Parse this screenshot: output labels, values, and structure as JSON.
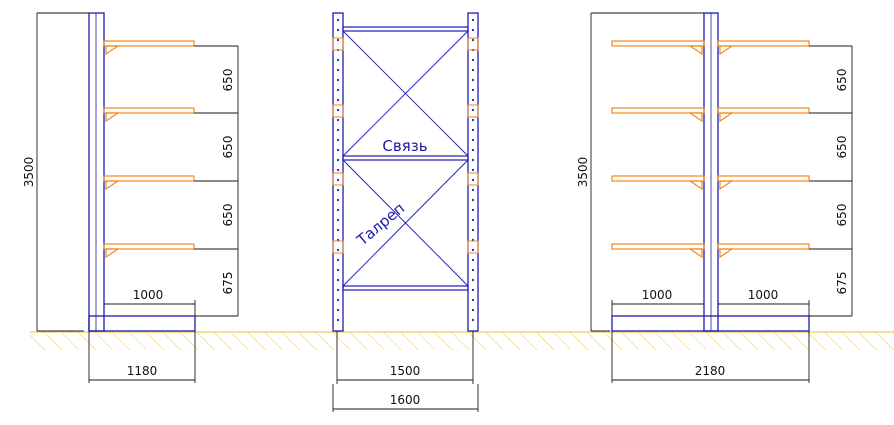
{
  "colors": {
    "frame": "#1c1cb4",
    "arm": "#ef8a1e",
    "dimension": "#1a1a1a",
    "ground": "#f2cf5e"
  },
  "left_rack": {
    "height": "3500",
    "levels": [
      "650",
      "650",
      "650",
      "675"
    ],
    "arm_length": "1000",
    "base_width": "1180"
  },
  "middle_frame": {
    "bracing_label": "Связь",
    "tensioner_label": "Талреп",
    "inner_width": "1500",
    "outer_width": "1600"
  },
  "right_rack": {
    "height": "3500",
    "levels": [
      "650",
      "650",
      "650",
      "675"
    ],
    "arm_left": "1000",
    "arm_right": "1000",
    "base_width": "2180"
  }
}
